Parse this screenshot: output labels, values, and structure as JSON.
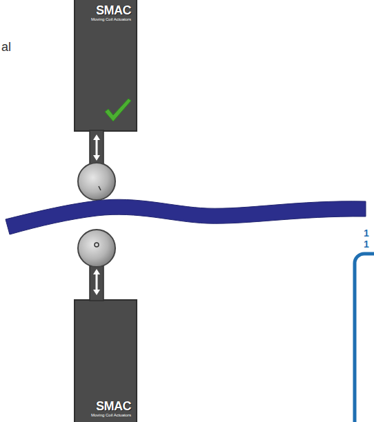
{
  "diagram": {
    "nodes": [
      {
        "text": [
          "SMAC",
          "Moving Coil Actuators"
        ]
      },
      {
        "text": [
          "SMAC",
          "Moving Coil Actuators"
        ]
      }
    ],
    "labels": [
      "al",
      "1",
      "1"
    ]
  }
}
